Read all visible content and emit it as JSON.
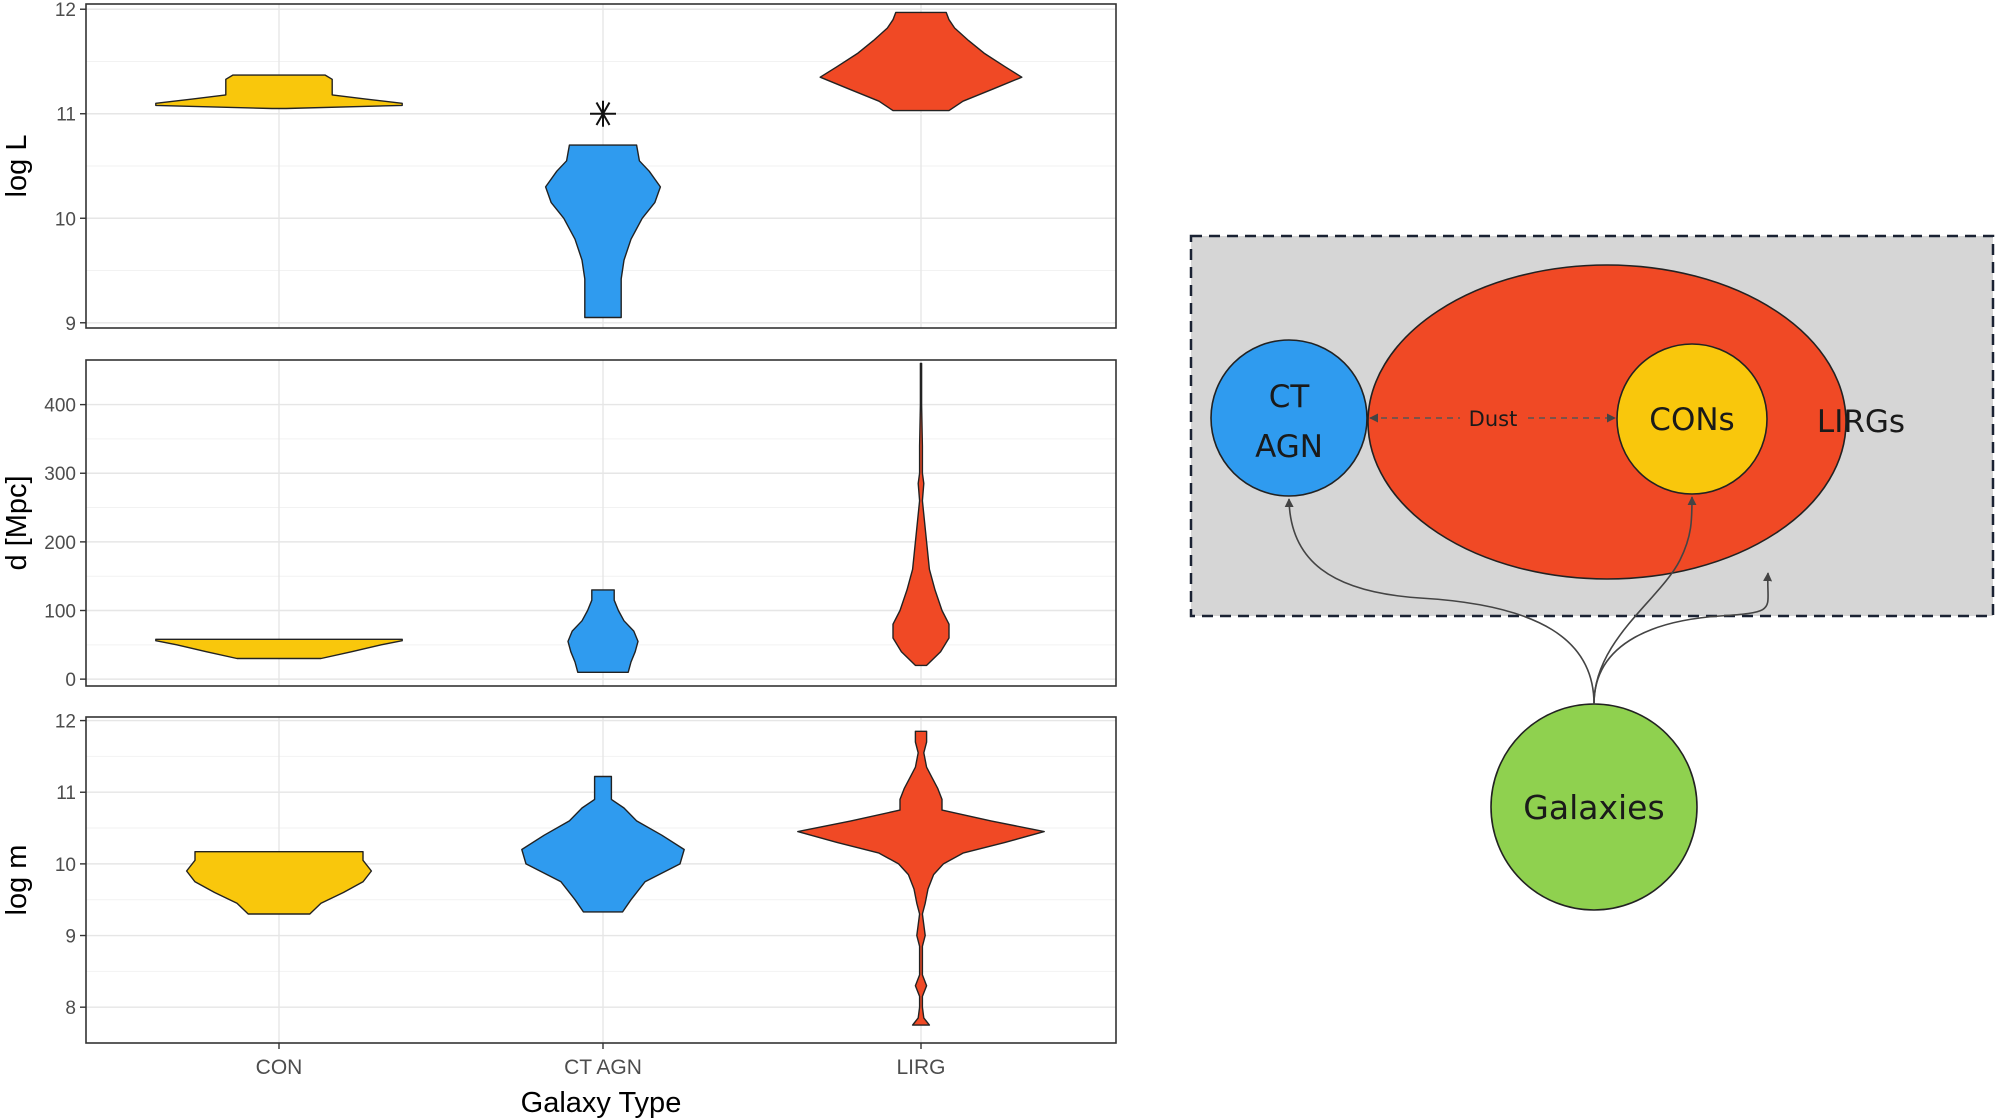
{
  "chart_data": {
    "type": "violin",
    "x_title": "Galaxy Type",
    "categories": [
      "CON",
      "CT AGN",
      "LIRG"
    ],
    "colors": {
      "CON": "#f9c70c",
      "CT AGN": "#2f9bef",
      "LIRG": "#f04925"
    },
    "panels": [
      {
        "ylabel": "log L",
        "ylim": [
          8.95,
          12.05
        ],
        "yticks": [
          9,
          10,
          11,
          12
        ],
        "violins": [
          {
            "category": "CON",
            "ymin": 11.05,
            "ymax": 11.37,
            "profile": [
              [
                11.05,
                0.05
              ],
              [
                11.08,
                0.88
              ],
              [
                11.1,
                0.88
              ],
              [
                11.14,
                0.62
              ],
              [
                11.18,
                0.38
              ],
              [
                11.22,
                0.38
              ],
              [
                11.28,
                0.38
              ],
              [
                11.33,
                0.38
              ],
              [
                11.37,
                0.33
              ]
            ]
          },
          {
            "category": "CT AGN",
            "ymin": 9.05,
            "ymax": 10.7,
            "profile": [
              [
                9.05,
                0.13
              ],
              [
                9.25,
                0.13
              ],
              [
                9.42,
                0.13
              ],
              [
                9.6,
                0.15
              ],
              [
                9.8,
                0.2
              ],
              [
                10.0,
                0.28
              ],
              [
                10.15,
                0.37
              ],
              [
                10.3,
                0.41
              ],
              [
                10.45,
                0.33
              ],
              [
                10.55,
                0.26
              ],
              [
                10.7,
                0.24
              ]
            ]
          },
          {
            "category": "LIRG",
            "ymin": 11.03,
            "ymax": 11.97,
            "profile": [
              [
                11.03,
                0.2
              ],
              [
                11.12,
                0.3
              ],
              [
                11.24,
                0.52
              ],
              [
                11.35,
                0.72
              ],
              [
                11.45,
                0.6
              ],
              [
                11.58,
                0.45
              ],
              [
                11.7,
                0.34
              ],
              [
                11.82,
                0.24
              ],
              [
                11.9,
                0.2
              ],
              [
                11.97,
                0.18
              ]
            ]
          }
        ],
        "outliers": [
          {
            "category": "CT AGN",
            "y": 11.0
          }
        ]
      },
      {
        "ylabel": "d [Mpc]",
        "ylim": [
          -10,
          465
        ],
        "yticks": [
          0,
          100,
          200,
          300,
          400
        ],
        "violins": [
          {
            "category": "CON",
            "ymin": 30,
            "ymax": 58,
            "profile": [
              [
                30,
                0.3
              ],
              [
                40,
                0.52
              ],
              [
                50,
                0.73
              ],
              [
                56,
                0.88
              ],
              [
                58,
                0.88
              ]
            ]
          },
          {
            "category": "CT AGN",
            "ymin": 10,
            "ymax": 130,
            "profile": [
              [
                10,
                0.18
              ],
              [
                25,
                0.2
              ],
              [
                40,
                0.23
              ],
              [
                55,
                0.25
              ],
              [
                70,
                0.22
              ],
              [
                85,
                0.15
              ],
              [
                100,
                0.11
              ],
              [
                115,
                0.08
              ],
              [
                130,
                0.08
              ]
            ]
          },
          {
            "category": "LIRG",
            "ymin": 20,
            "ymax": 460,
            "profile": [
              [
                20,
                0.04
              ],
              [
                40,
                0.14
              ],
              [
                60,
                0.2
              ],
              [
                80,
                0.2
              ],
              [
                100,
                0.15
              ],
              [
                130,
                0.1
              ],
              [
                160,
                0.06
              ],
              [
                200,
                0.04
              ],
              [
                230,
                0.025
              ],
              [
                260,
                0.01
              ],
              [
                285,
                0.02
              ],
              [
                300,
                0.01
              ],
              [
                340,
                0.01
              ],
              [
                400,
                0.004
              ],
              [
                460,
                0.004
              ]
            ]
          }
        ]
      },
      {
        "ylabel": "log m",
        "ylim": [
          7.5,
          12.05
        ],
        "yticks": [
          8,
          9,
          10,
          11,
          12
        ],
        "violins": [
          {
            "category": "CON",
            "ymin": 9.3,
            "ymax": 10.17,
            "profile": [
              [
                9.3,
                0.22
              ],
              [
                9.45,
                0.3
              ],
              [
                9.6,
                0.46
              ],
              [
                9.75,
                0.6
              ],
              [
                9.9,
                0.66
              ],
              [
                10.05,
                0.6
              ],
              [
                10.17,
                0.6
              ]
            ]
          },
          {
            "category": "CT AGN",
            "ymin": 9.33,
            "ymax": 11.22,
            "profile": [
              [
                9.33,
                0.14
              ],
              [
                9.5,
                0.2
              ],
              [
                9.75,
                0.3
              ],
              [
                10.0,
                0.55
              ],
              [
                10.2,
                0.58
              ],
              [
                10.4,
                0.42
              ],
              [
                10.6,
                0.24
              ],
              [
                10.78,
                0.15
              ],
              [
                10.9,
                0.06
              ],
              [
                11.05,
                0.06
              ],
              [
                11.22,
                0.06
              ]
            ]
          },
          {
            "category": "LIRG",
            "ymin": 7.75,
            "ymax": 11.85,
            "profile": [
              [
                7.75,
                0.06
              ],
              [
                7.85,
                0.02
              ],
              [
                8.0,
                0.01
              ],
              [
                8.15,
                0.01
              ],
              [
                8.3,
                0.04
              ],
              [
                8.45,
                0.01
              ],
              [
                8.7,
                0.01
              ],
              [
                8.85,
                0.01
              ],
              [
                9.0,
                0.03
              ],
              [
                9.15,
                0.02
              ],
              [
                9.3,
                0.01
              ],
              [
                9.45,
                0.03
              ],
              [
                9.65,
                0.05
              ],
              [
                9.85,
                0.09
              ],
              [
                10.0,
                0.16
              ],
              [
                10.15,
                0.3
              ],
              [
                10.3,
                0.6
              ],
              [
                10.45,
                0.88
              ],
              [
                10.6,
                0.5
              ],
              [
                10.75,
                0.15
              ],
              [
                10.9,
                0.15
              ],
              [
                11.05,
                0.12
              ],
              [
                11.2,
                0.08
              ],
              [
                11.35,
                0.04
              ],
              [
                11.55,
                0.02
              ],
              [
                11.7,
                0.04
              ],
              [
                11.85,
                0.04
              ]
            ]
          }
        ]
      }
    ]
  },
  "diagram": {
    "nodes": [
      {
        "id": "ct-agn",
        "lines": [
          "CT",
          "AGN"
        ],
        "color": "#2f9bef"
      },
      {
        "id": "lirgs",
        "lines": [
          "LIRGs"
        ],
        "color": "#f04925"
      },
      {
        "id": "cons",
        "lines": [
          "CONs"
        ],
        "color": "#f9c70c"
      },
      {
        "id": "galaxies",
        "lines": [
          "Galaxies"
        ],
        "color": "#8fd14f"
      }
    ],
    "edge_label": "Dust",
    "box_color": "#d6d6d6"
  }
}
